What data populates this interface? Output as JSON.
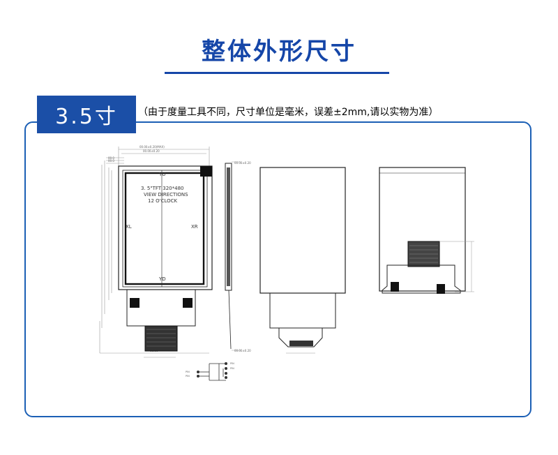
{
  "header": {
    "title": "整体外形尺寸",
    "badge": "3.5寸",
    "note": "（由于度量工具不同，尺寸单位是毫米，误差±2mm,请以实物为准）"
  },
  "drawing": {
    "lcd_text_line1": "3. 5\"TFT 320*480",
    "lcd_text_line2": "VIEW DIRECTIONS",
    "lcd_text_line3": "12 O'CLOCK",
    "label_yu": "YU",
    "label_yd": "YD",
    "label_xl": "XL",
    "label_xr": "XR"
  }
}
